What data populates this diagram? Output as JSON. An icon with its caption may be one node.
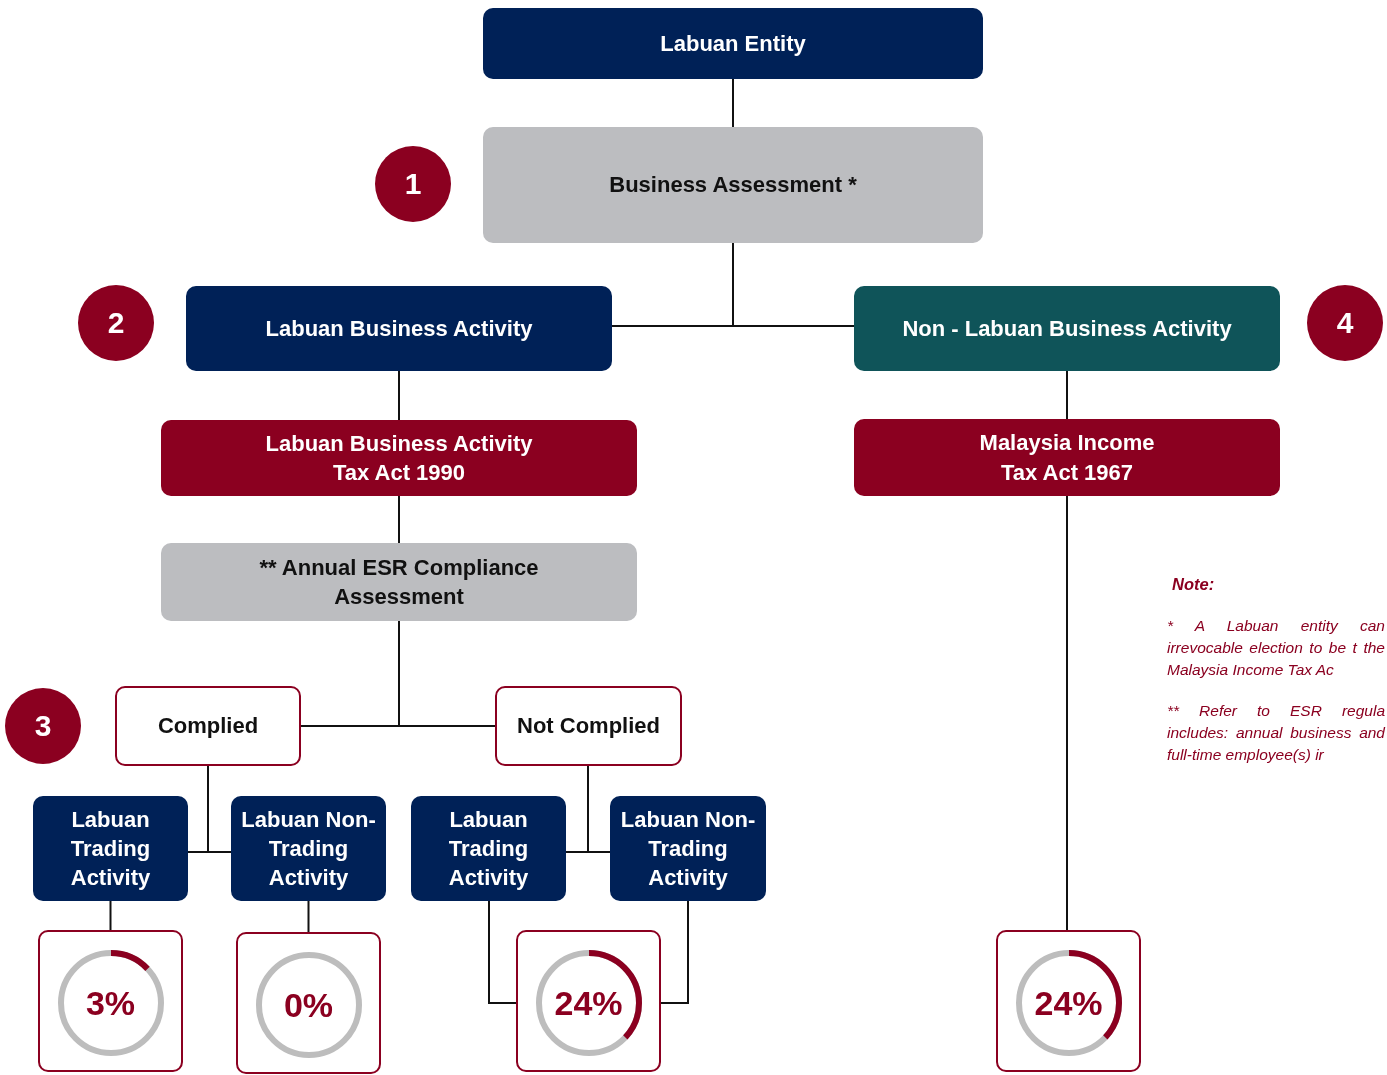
{
  "diagram": {
    "nodes": [
      {
        "text": [
          "Labuan Entity"
        ]
      },
      {
        "text": [
          "1"
        ]
      },
      {
        "text": [
          "Business Assessment *"
        ]
      },
      {
        "text": [
          "2"
        ]
      },
      {
        "text": [
          "Labuan Business Activity"
        ]
      },
      {
        "text": [
          "Non - Labuan Business Activity"
        ]
      },
      {
        "text": [
          "4"
        ]
      },
      {
        "text": [
          "Labuan Business Activity Tax Act 1990"
        ]
      },
      {
        "text": [
          "Malaysia Income Tax Act 1967"
        ]
      },
      {
        "text": [
          "** Annual ESR Compliance Assessment"
        ]
      },
      {
        "text": [
          "3"
        ]
      },
      {
        "text": [
          "Complied"
        ]
      },
      {
        "text": [
          "Not Complied"
        ]
      },
      {
        "text": [
          "Labuan Trading Activity"
        ]
      },
      {
        "text": [
          "Labuan Non-Trading Activity"
        ]
      },
      {
        "text": [
          "Labuan Trading Activity"
        ]
      },
      {
        "text": [
          "Labuan Non-Trading Activity"
        ]
      },
      {
        "text": [
          "3%"
        ]
      },
      {
        "text": [
          "0%"
        ]
      },
      {
        "text": [
          "24%"
        ]
      },
      {
        "text": [
          "24%"
        ]
      }
    ],
    "edges": [
      {
        "from": 0,
        "to": 2,
        "arrow": "none"
      },
      {
        "from": 2,
        "to": 4,
        "arrow": "none"
      },
      {
        "from": 2,
        "to": 5,
        "arrow": "none"
      },
      {
        "from": 4,
        "to": 7,
        "arrow": "none"
      },
      {
        "from": 5,
        "to": 8,
        "arrow": "none"
      },
      {
        "from": 7,
        "to": 9,
        "arrow": "none"
      },
      {
        "from": 9,
        "to": 11,
        "arrow": "none"
      },
      {
        "from": 9,
        "to": 12,
        "arrow": "none"
      },
      {
        "from": 11,
        "to": 13,
        "arrow": "none"
      },
      {
        "from": 11,
        "to": 14,
        "arrow": "none"
      },
      {
        "from": 12,
        "to": 15,
        "arrow": "none"
      },
      {
        "from": 12,
        "to": 16,
        "arrow": "none"
      },
      {
        "from": 13,
        "to": 17,
        "arrow": "none"
      },
      {
        "from": 14,
        "to": 18,
        "arrow": "none"
      },
      {
        "from": 15,
        "to": 19,
        "arrow": "none"
      },
      {
        "from": 16,
        "to": 19,
        "arrow": "none"
      },
      {
        "from": 8,
        "to": 20,
        "arrow": "none"
      }
    ],
    "labels": [
      "Note:",
      "* A Labuan entity can irrevocable election to be t the Malaysia Income Tax Ac",
      "** Refer to ESR regula includes: annual business and full-time employee(s) ir"
    ]
  }
}
